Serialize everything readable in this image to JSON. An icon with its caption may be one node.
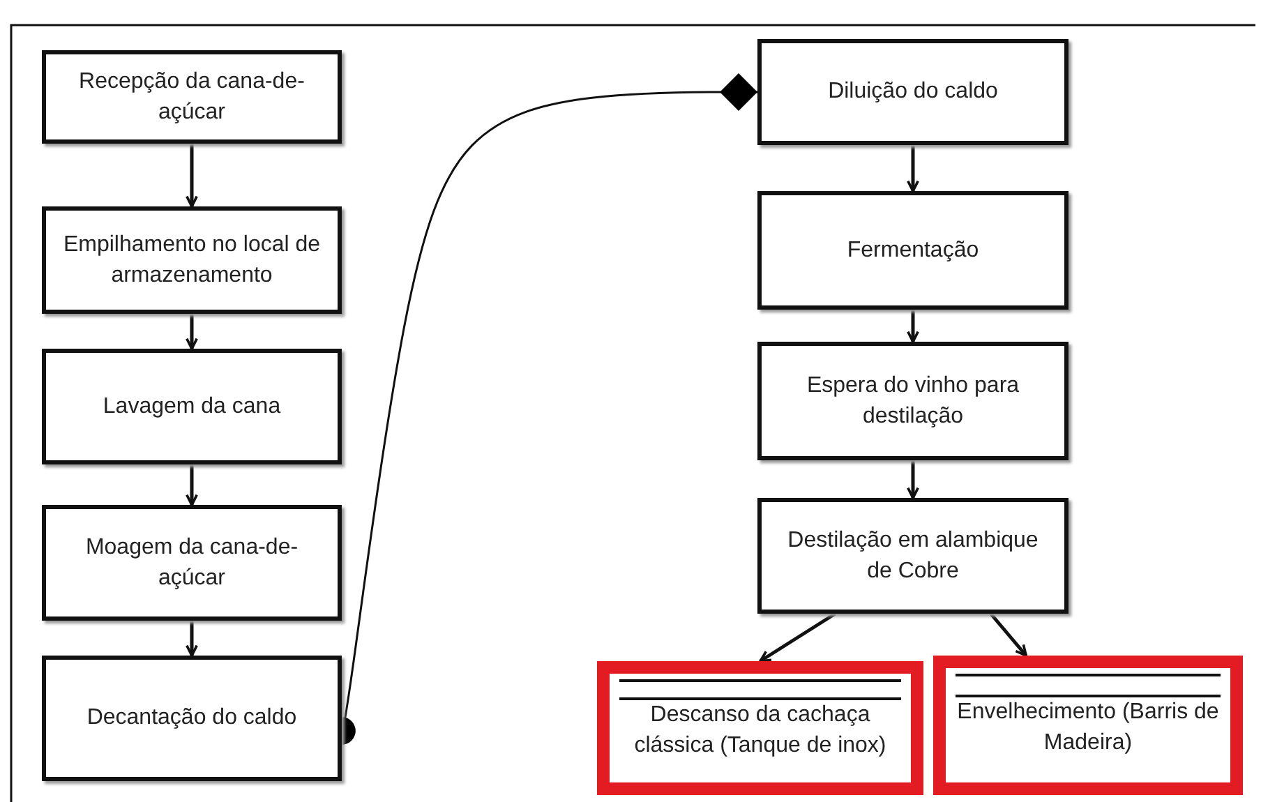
{
  "diagram": {
    "nodes": [
      {
        "text": [
          "Recepção da cana-de-açúcar"
        ]
      },
      {
        "text": [
          "Empilhamento no local de armazenamento"
        ]
      },
      {
        "text": [
          "Lavagem da cana"
        ]
      },
      {
        "text": [
          "Moagem da cana-de-açúcar"
        ]
      },
      {
        "text": [
          "Decantação do caldo"
        ]
      },
      {
        "text": [
          "Diluição do caldo"
        ]
      },
      {
        "text": [
          "Fermentação"
        ]
      },
      {
        "text": [
          "Espera do vinho para destilação"
        ]
      },
      {
        "text": [
          "Destilação em alambique de Cobre"
        ]
      },
      {
        "text": [
          "Descanso da cachaça clássica (Tanque de inox)"
        ]
      },
      {
        "text": [
          "Envelhecimento (Barris de Madeira)"
        ]
      }
    ],
    "edges": [
      {
        "from": 0,
        "to": 1,
        "arrow": "to"
      },
      {
        "from": 1,
        "to": 2,
        "arrow": "to"
      },
      {
        "from": 2,
        "to": 3,
        "arrow": "to"
      },
      {
        "from": 3,
        "to": 4,
        "arrow": "to"
      },
      {
        "from": 4,
        "to": 5,
        "arrow": "other"
      },
      {
        "from": 5,
        "to": 6,
        "arrow": "to"
      },
      {
        "from": 6,
        "to": 7,
        "arrow": "to"
      },
      {
        "from": 7,
        "to": 8,
        "arrow": "to"
      },
      {
        "from": 8,
        "to": 9,
        "arrow": "to"
      },
      {
        "from": 8,
        "to": 10,
        "arrow": "to"
      }
    ]
  }
}
